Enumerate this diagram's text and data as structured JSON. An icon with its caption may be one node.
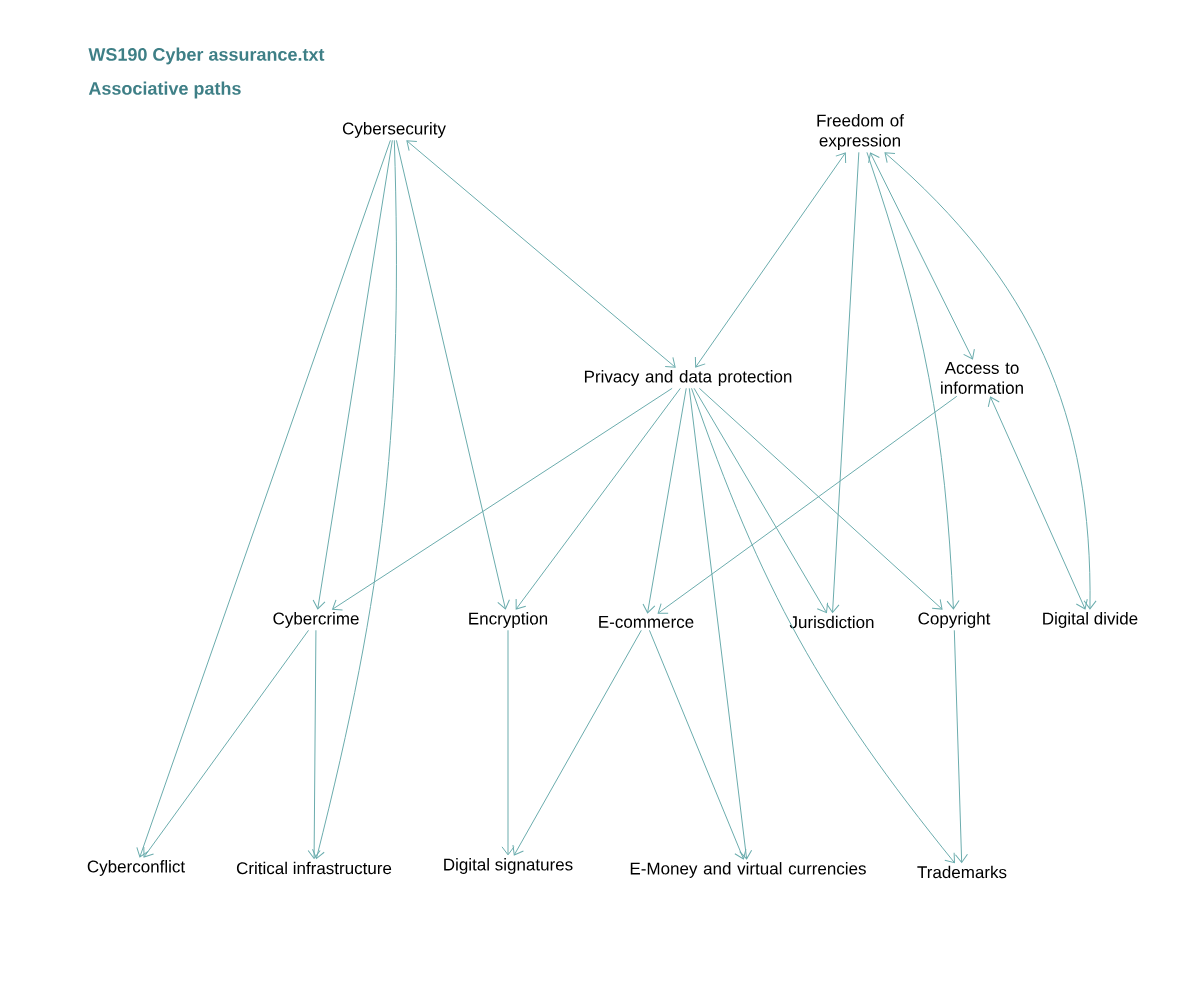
{
  "diagram": {
    "title": "WS190 Cyber assurance.txt",
    "caption": "Associative paths",
    "nodes": [
      {
        "text": [
          "Cybersecurity"
        ]
      },
      {
        "text": [
          "Freedom of expression"
        ]
      },
      {
        "text": [
          "Privacy and data protection"
        ]
      },
      {
        "text": [
          "Access to information"
        ]
      },
      {
        "text": [
          "Cybercrime"
        ]
      },
      {
        "text": [
          "Encryption"
        ]
      },
      {
        "text": [
          "E-commerce"
        ]
      },
      {
        "text": [
          "Jurisdiction"
        ]
      },
      {
        "text": [
          "Copyright"
        ]
      },
      {
        "text": [
          "Digital divide"
        ]
      },
      {
        "text": [
          "Cyberconflict"
        ]
      },
      {
        "text": [
          "Critical infrastructure"
        ]
      },
      {
        "text": [
          "Digital signatures"
        ]
      },
      {
        "text": [
          "E-Money and virtual currencies"
        ]
      },
      {
        "text": [
          "Trademarks"
        ]
      }
    ],
    "edges": [
      {
        "from": 0,
        "to": 10,
        "arrow": "to"
      },
      {
        "from": 0,
        "to": 4,
        "arrow": "to"
      },
      {
        "from": 0,
        "to": 11,
        "arrow": "to"
      },
      {
        "from": 0,
        "to": 5,
        "arrow": "to"
      },
      {
        "from": 2,
        "to": 0,
        "arrow": "both"
      },
      {
        "from": 1,
        "to": 2,
        "arrow": "both"
      },
      {
        "from": 1,
        "to": 3,
        "arrow": "both"
      },
      {
        "from": 1,
        "to": 7,
        "arrow": "to"
      },
      {
        "from": 1,
        "to": 8,
        "arrow": "to"
      },
      {
        "from": 1,
        "to": 9,
        "arrow": "both"
      },
      {
        "from": 3,
        "to": 9,
        "arrow": "both"
      },
      {
        "from": 3,
        "to": 6,
        "arrow": "to"
      },
      {
        "from": 2,
        "to": 4,
        "arrow": "to"
      },
      {
        "from": 2,
        "to": 5,
        "arrow": "to"
      },
      {
        "from": 2,
        "to": 6,
        "arrow": "to"
      },
      {
        "from": 2,
        "to": 7,
        "arrow": "to"
      },
      {
        "from": 2,
        "to": 8,
        "arrow": "to"
      },
      {
        "from": 2,
        "to": 13,
        "arrow": "to"
      },
      {
        "from": 2,
        "to": 14,
        "arrow": "to"
      },
      {
        "from": 4,
        "to": 10,
        "arrow": "to"
      },
      {
        "from": 4,
        "to": 11,
        "arrow": "to"
      },
      {
        "from": 5,
        "to": 12,
        "arrow": "to"
      },
      {
        "from": 6,
        "to": 12,
        "arrow": "to"
      },
      {
        "from": 6,
        "to": 13,
        "arrow": "to"
      },
      {
        "from": 8,
        "to": 14,
        "arrow": "to"
      }
    ]
  }
}
